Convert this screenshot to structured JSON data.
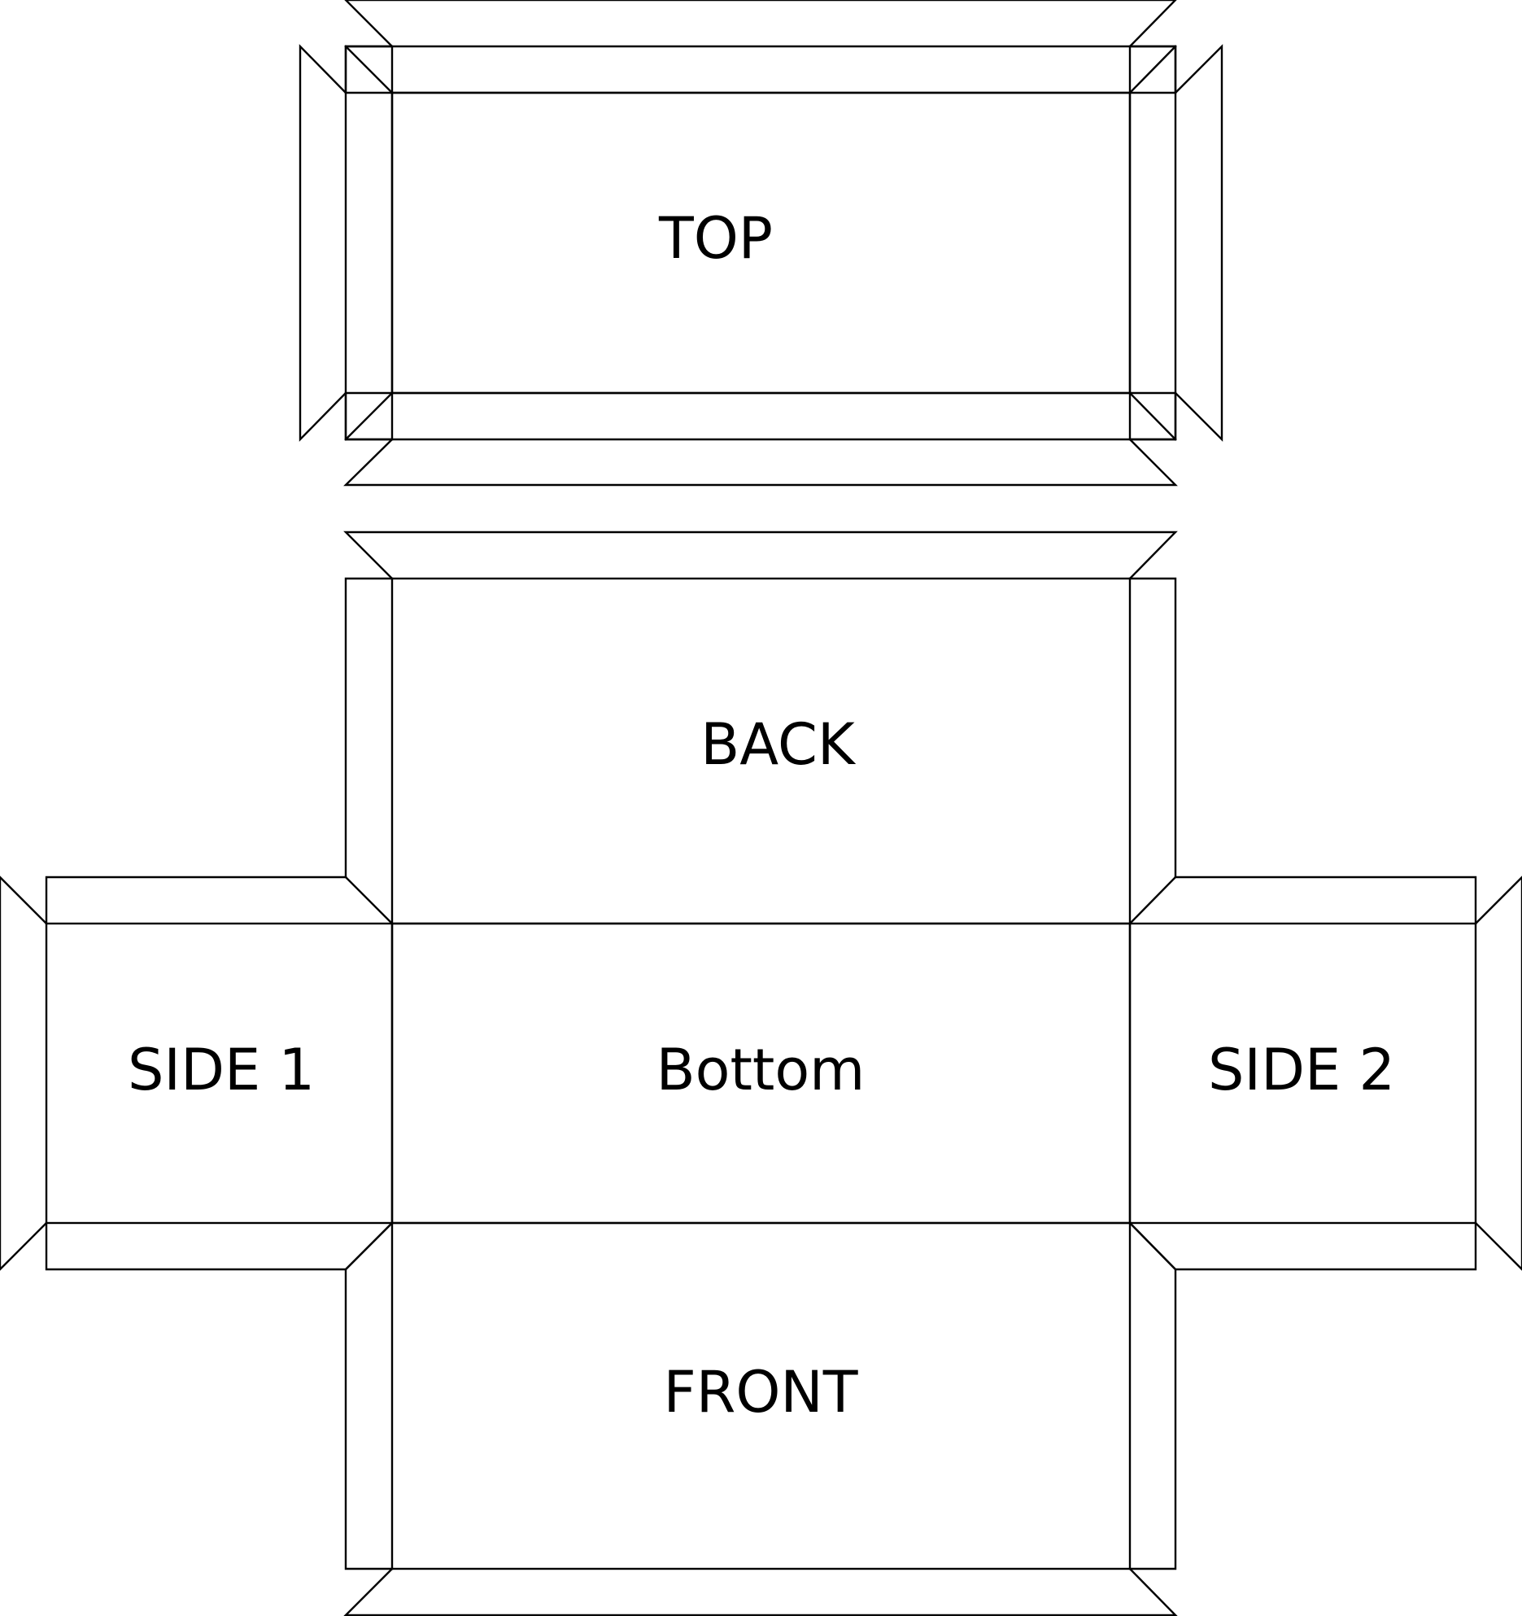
{
  "labels": {
    "top": "TOP",
    "back": "BACK",
    "side1": "SIDE 1",
    "bottom": "Bottom",
    "side2": "SIDE 2",
    "front": "FRONT"
  }
}
